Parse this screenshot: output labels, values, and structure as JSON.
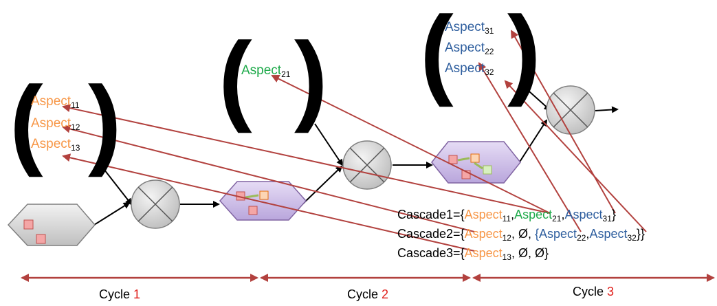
{
  "colors": {
    "cycle1": "#f79646",
    "cycle2": "#1faa4b",
    "cycle3": "#2e5e9e",
    "link": "#b2413e",
    "cycle_number": "#e0201c",
    "hexagon_gray": "#d9d9d9",
    "hexagon_purple": "#cdbfe5"
  },
  "icons": {
    "merge": "circle-x-icon",
    "processing_step": "hexagon-icon",
    "aspect_block": "square-icon"
  },
  "aspects": {
    "a11": {
      "name": "Aspect",
      "sub": "11"
    },
    "a12": {
      "name": "Aspect",
      "sub": "12"
    },
    "a13": {
      "name": "Aspect",
      "sub": "13"
    },
    "a21": {
      "name": "Aspect",
      "sub": "21"
    },
    "a31": {
      "name": "Aspect",
      "sub": "31"
    },
    "a22": {
      "name": "Aspect",
      "sub": "22"
    },
    "a32": {
      "name": "Aspect",
      "sub": "32"
    }
  },
  "cascades": [
    {
      "label": "Cascade1={",
      "items": [
        {
          "name": "Aspect",
          "sub": "11",
          "color": "cycle1"
        },
        {
          "name": "Aspect",
          "sub": "21",
          "color": "cycle2"
        },
        {
          "name": "Aspect",
          "sub": "31",
          "color": "cycle3"
        }
      ],
      "closing": "}"
    },
    {
      "label": "Cascade2={",
      "items": [
        {
          "name": "Aspect",
          "sub": "12",
          "color": "cycle1"
        },
        {
          "name": "Ø",
          "sub": "",
          "color": "black"
        },
        {
          "name": "{Aspect",
          "sub": "22",
          "color": "cycle3"
        },
        {
          "name": "Aspect",
          "sub": "32",
          "color": "cycle3"
        }
      ],
      "closing": "}}"
    },
    {
      "label": "Cascade3={",
      "items": [
        {
          "name": "Aspect",
          "sub": "13",
          "color": "cycle1"
        },
        {
          "name": "Ø",
          "sub": "",
          "color": "black"
        },
        {
          "name": "Ø",
          "sub": "",
          "color": "black"
        }
      ],
      "closing": "}"
    }
  ],
  "separator": ", ",
  "compact_separator": ",",
  "cycles": [
    {
      "label": "Cycle ",
      "number": "1"
    },
    {
      "label": "Cycle ",
      "number": "2"
    },
    {
      "label": "Cycle ",
      "number": "3"
    }
  ],
  "parens": {
    "open": "(",
    "close": ")"
  }
}
